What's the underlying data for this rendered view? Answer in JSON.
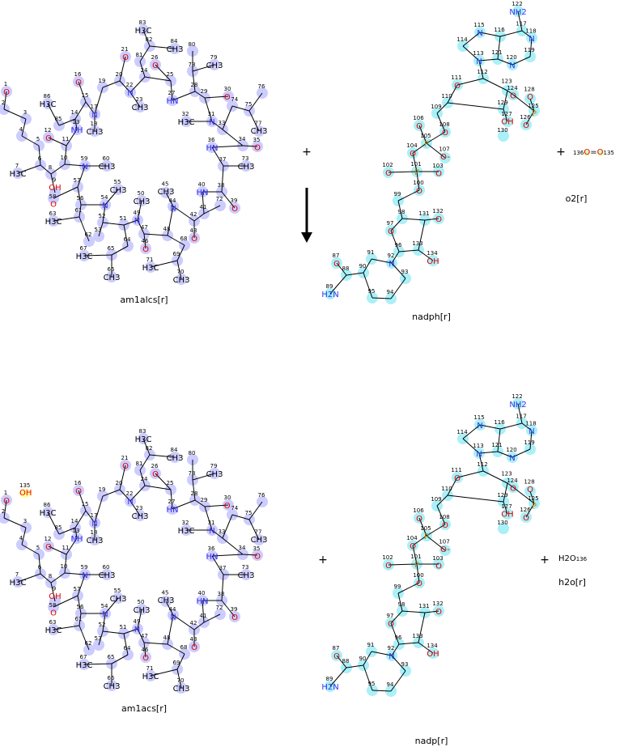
{
  "reaction": {
    "arrow_icon": "arrow-down",
    "plus_label": "+"
  },
  "colors": {
    "oxygen": "#e00000",
    "nitrogen": "#3333ee",
    "phosphorus": "#d08000",
    "highlight_peptide": "#ccccff",
    "highlight_nucleotide": "#aaf0f8"
  },
  "molecules": {
    "am1alcs": {
      "name": "am1alcs[r]"
    },
    "nadph": {
      "name": "nadph[r]"
    },
    "o2": {
      "name": "o2[r]",
      "num_a": "136",
      "atom_a": "O",
      "bond": "=",
      "atom_b": "O",
      "num_b": "135"
    },
    "am1acs": {
      "name": "am1acs[r]",
      "extra_num": "135",
      "extra_el": "OH"
    },
    "nadp": {
      "name": "nadp[r]"
    },
    "h2o": {
      "name": "h2o[r]",
      "formula": "H2O",
      "num": "136"
    }
  },
  "peptide_atoms": [
    {
      "n": "1",
      "el": "O"
    },
    {
      "n": "2",
      "el": ""
    },
    {
      "n": "3",
      "el": ""
    },
    {
      "n": "4",
      "el": ""
    },
    {
      "n": "5",
      "el": ""
    },
    {
      "n": "6",
      "el": ""
    },
    {
      "n": "7",
      "el": "H3C"
    },
    {
      "n": "8",
      "el": ""
    },
    {
      "n": "9",
      "el": "OH"
    },
    {
      "n": "10",
      "el": ""
    },
    {
      "n": "11",
      "el": ""
    },
    {
      "n": "12",
      "el": "O"
    },
    {
      "n": "13",
      "el": "NH"
    },
    {
      "n": "14",
      "el": ""
    },
    {
      "n": "15",
      "el": ""
    },
    {
      "n": "16",
      "el": "O"
    },
    {
      "n": "17",
      "el": "N"
    },
    {
      "n": "18",
      "el": "CH3"
    },
    {
      "n": "19",
      "el": ""
    },
    {
      "n": "20",
      "el": ""
    },
    {
      "n": "21",
      "el": "O"
    },
    {
      "n": "22",
      "el": "N"
    },
    {
      "n": "23",
      "el": "CH3"
    },
    {
      "n": "24",
      "el": ""
    },
    {
      "n": "25",
      "el": ""
    },
    {
      "n": "26",
      "el": "O"
    },
    {
      "n": "27",
      "el": "HN"
    },
    {
      "n": "28",
      "el": ""
    },
    {
      "n": "29",
      "el": ""
    },
    {
      "n": "30",
      "el": "O"
    },
    {
      "n": "31",
      "el": "N"
    },
    {
      "n": "32",
      "el": "H3C"
    },
    {
      "n": "33",
      "el": ""
    },
    {
      "n": "34",
      "el": ""
    },
    {
      "n": "35",
      "el": "O"
    },
    {
      "n": "36",
      "el": "HN"
    },
    {
      "n": "37",
      "el": ""
    },
    {
      "n": "38",
      "el": ""
    },
    {
      "n": "39",
      "el": "O"
    },
    {
      "n": "40",
      "el": "HN"
    },
    {
      "n": "41",
      "el": ""
    },
    {
      "n": "42",
      "el": ""
    },
    {
      "n": "43",
      "el": "O"
    },
    {
      "n": "44",
      "el": "N"
    },
    {
      "n": "45",
      "el": "CH3"
    },
    {
      "n": "46",
      "el": "O"
    },
    {
      "n": "47",
      "el": ""
    },
    {
      "n": "48",
      "el": ""
    },
    {
      "n": "49",
      "el": "N"
    },
    {
      "n": "50",
      "el": "CH3"
    },
    {
      "n": "51",
      "el": ""
    },
    {
      "n": "52",
      "el": ""
    },
    {
      "n": "53",
      "el": ""
    },
    {
      "n": "54",
      "el": "N"
    },
    {
      "n": "55",
      "el": "CH3"
    },
    {
      "n": "56",
      "el": ""
    },
    {
      "n": "57",
      "el": ""
    },
    {
      "n": "58",
      "el": "O"
    },
    {
      "n": "59",
      "el": "N"
    },
    {
      "n": "60",
      "el": "CH3"
    },
    {
      "n": "61",
      "el": ""
    },
    {
      "n": "62",
      "el": ""
    },
    {
      "n": "63",
      "el": "H3C"
    },
    {
      "n": "64",
      "el": ""
    },
    {
      "n": "65",
      "el": ""
    },
    {
      "n": "66",
      "el": "CH3"
    },
    {
      "n": "67",
      "el": "H3C"
    },
    {
      "n": "68",
      "el": ""
    },
    {
      "n": "69",
      "el": ""
    },
    {
      "n": "70",
      "el": "CH3"
    },
    {
      "n": "71",
      "el": "H3C"
    },
    {
      "n": "72",
      "el": ""
    },
    {
      "n": "73",
      "el": "CH3"
    },
    {
      "n": "74",
      "el": ""
    },
    {
      "n": "75",
      "el": ""
    },
    {
      "n": "76",
      "el": ""
    },
    {
      "n": "77",
      "el": "CH3"
    },
    {
      "n": "78",
      "el": ""
    },
    {
      "n": "79",
      "el": "CH3"
    },
    {
      "n": "80",
      "el": ""
    },
    {
      "n": "81",
      "el": ""
    },
    {
      "n": "82",
      "el": ""
    },
    {
      "n": "83",
      "el": "H3C"
    },
    {
      "n": "84",
      "el": "CH3"
    },
    {
      "n": "85",
      "el": ""
    },
    {
      "n": "86",
      "el": "H3C"
    }
  ],
  "nucleotide_atoms": [
    {
      "n": "122",
      "el": "NH2"
    },
    {
      "n": "117",
      "el": ""
    },
    {
      "n": "118",
      "el": "N"
    },
    {
      "n": "119",
      "el": ""
    },
    {
      "n": "120",
      "el": "N"
    },
    {
      "n": "121",
      "el": ""
    },
    {
      "n": "116",
      "el": ""
    },
    {
      "n": "115",
      "el": "N"
    },
    {
      "n": "114",
      "el": ""
    },
    {
      "n": "113",
      "el": "N"
    },
    {
      "n": "112",
      "el": ""
    },
    {
      "n": "111",
      "el": "O"
    },
    {
      "n": "110",
      "el": ""
    },
    {
      "n": "123",
      "el": ""
    },
    {
      "n": "129",
      "el": ""
    },
    {
      "n": "124",
      "el": "O"
    },
    {
      "n": "125",
      "el": "P"
    },
    {
      "n": "128",
      "el": "O"
    },
    {
      "n": "126",
      "el": "O"
    },
    {
      "n": "127",
      "el": "OH"
    },
    {
      "n": "130",
      "el": ""
    },
    {
      "n": "109",
      "el": ""
    },
    {
      "n": "108",
      "el": "O"
    },
    {
      "n": "106",
      "el": "O"
    },
    {
      "n": "105",
      "el": "P"
    },
    {
      "n": "107",
      "el": "O-"
    },
    {
      "n": "104",
      "el": "O"
    },
    {
      "n": "101",
      "el": "P"
    },
    {
      "n": "102",
      "el": "O"
    },
    {
      "n": "103",
      "el": "O"
    },
    {
      "n": "100",
      "el": "O"
    },
    {
      "n": "99",
      "el": ""
    },
    {
      "n": "98",
      "el": ""
    },
    {
      "n": "97",
      "el": "O"
    },
    {
      "n": "96",
      "el": ""
    },
    {
      "n": "131",
      "el": ""
    },
    {
      "n": "132",
      "el": "O"
    },
    {
      "n": "133",
      "el": ""
    },
    {
      "n": "134",
      "el": "OH"
    },
    {
      "n": "92",
      "el": "N"
    },
    {
      "n": "91",
      "el": ""
    },
    {
      "n": "90",
      "el": ""
    },
    {
      "n": "95",
      "el": ""
    },
    {
      "n": "94",
      "el": ""
    },
    {
      "n": "93",
      "el": ""
    },
    {
      "n": "88",
      "el": ""
    },
    {
      "n": "87",
      "el": "O"
    },
    {
      "n": "89",
      "el": "H2N"
    }
  ]
}
